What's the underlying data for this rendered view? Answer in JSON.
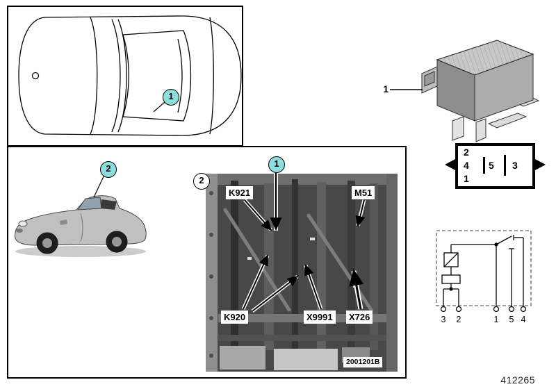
{
  "doc_number": "412265",
  "colors": {
    "callout_fill": "#8fdede",
    "callout_fill_alt": "#ffffff",
    "photo_bg": "#484848"
  },
  "top_view": {
    "callout_1": "1"
  },
  "vehicle_view": {
    "callout_2": "2"
  },
  "seat_photo": {
    "callout_1": "1",
    "callout_2": "2",
    "labels": {
      "k921": "K921",
      "m51": "M51",
      "k920": "K920",
      "x9991": "X9991",
      "x726": "X726",
      "stamp": "2001201B"
    }
  },
  "relay_view": {
    "callout_1": "1"
  },
  "pin_diagram": {
    "pin_2": "2",
    "pin_4": "4",
    "pin_5": "5",
    "pin_3": "3",
    "pin_1": "1"
  },
  "schematic": {
    "terminals": [
      "3",
      "2",
      "1",
      "5",
      "4"
    ]
  }
}
